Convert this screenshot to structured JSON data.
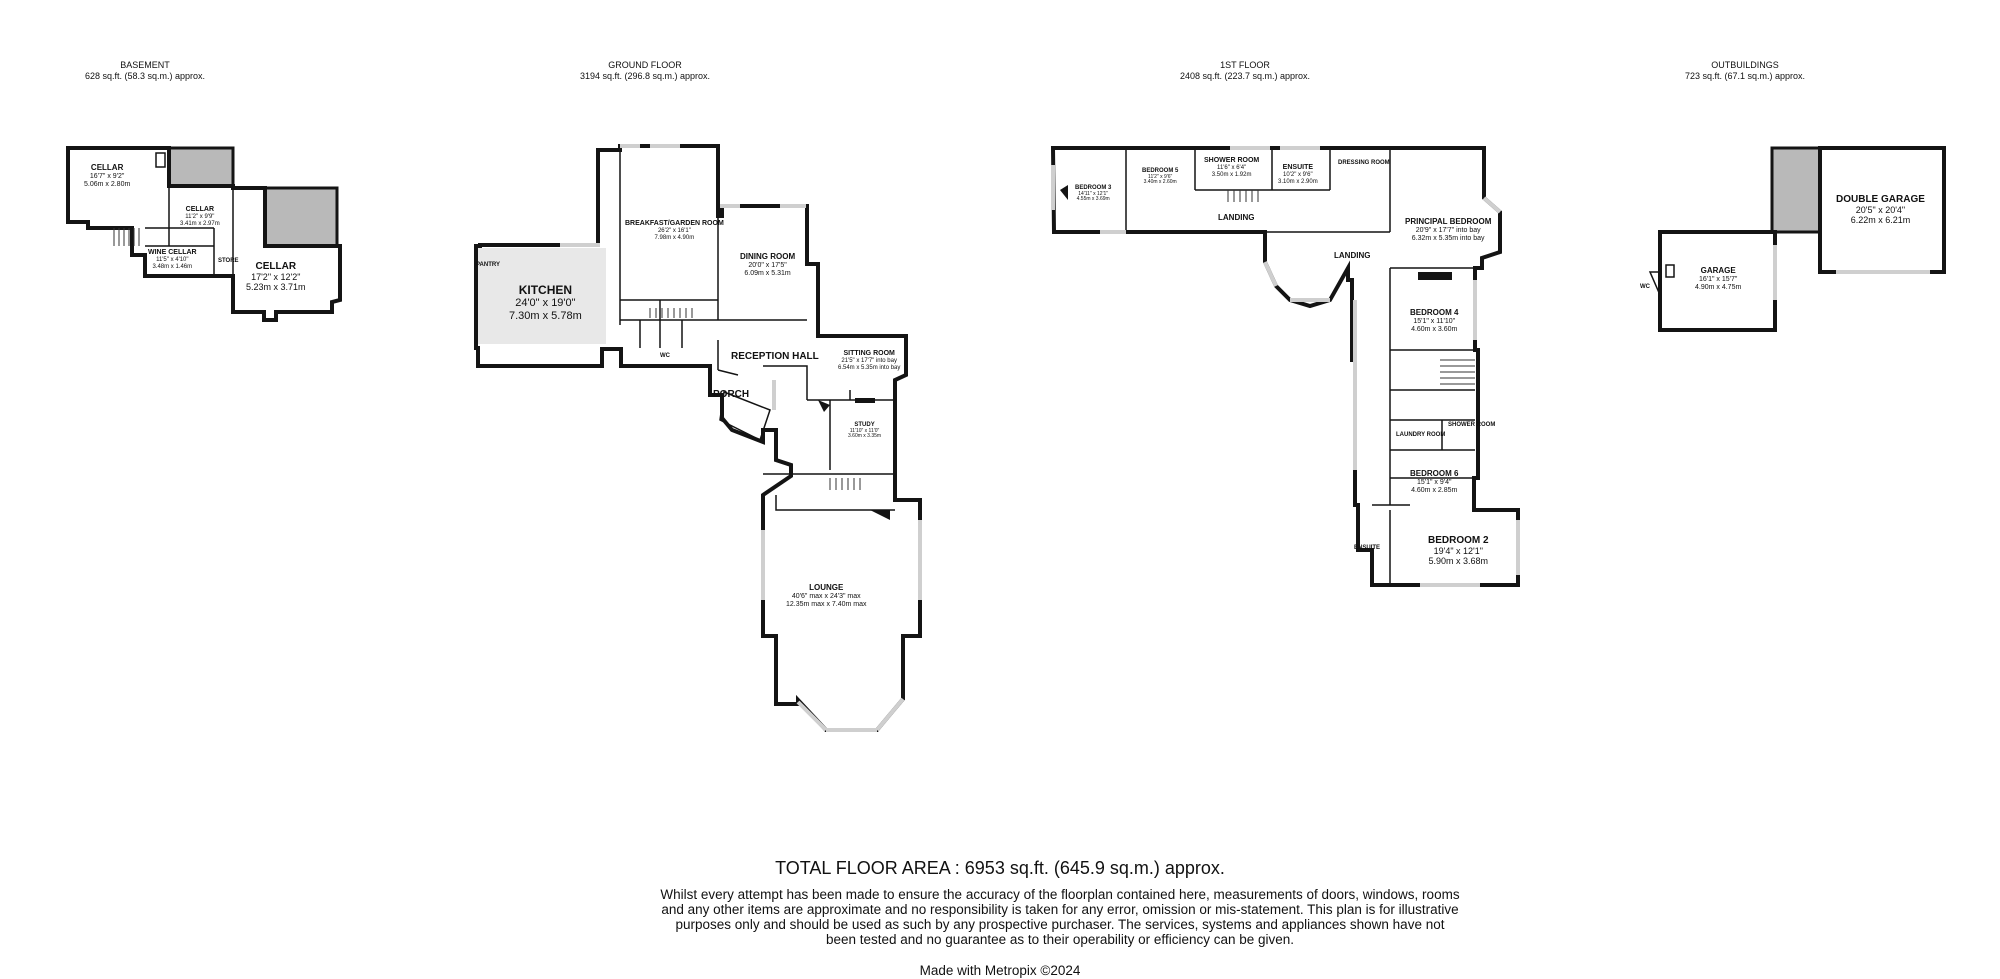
{
  "headers": {
    "basement": {
      "title": "BASEMENT",
      "area": "628 sq.ft. (58.3 sq.m.) approx."
    },
    "ground": {
      "title": "GROUND FLOOR",
      "area": "3194 sq.ft. (296.8 sq.m.) approx."
    },
    "first": {
      "title": "1ST FLOOR",
      "area": "2408 sq.ft. (223.7 sq.m.) approx."
    },
    "outbuildings": {
      "title": "OUTBUILDINGS",
      "area": "723 sq.ft. (67.1 sq.m.) approx."
    }
  },
  "rooms": {
    "cellar1": {
      "name": "CELLAR",
      "imp": "16'7\" x 9'2\"",
      "met": "5.06m x 2.80m"
    },
    "cellar2": {
      "name": "CELLAR",
      "imp": "11'2\" x 9'9\"",
      "met": "3.41m x 2.97m"
    },
    "wine_cellar": {
      "name": "WINE CELLAR",
      "imp": "11'5\" x 4'10\"",
      "met": "3.48m x 1.46m"
    },
    "cellar3": {
      "name": "CELLAR",
      "imp": "17'2\" x 12'2\"",
      "met": "5.23m x 3.71m"
    },
    "kitchen": {
      "name": "KITCHEN",
      "imp": "24'0\" x 19'0\"",
      "met": "7.30m x 5.78m"
    },
    "breakfast": {
      "name": "BREAKFAST/GARDEN ROOM",
      "imp": "26'2\" x 16'1\"",
      "met": "7.98m x 4.90m"
    },
    "dining": {
      "name": "DINING ROOM",
      "imp": "20'0\" x 17'5\"",
      "met": "6.09m x 5.31m"
    },
    "reception": {
      "name": "RECEPTION HALL"
    },
    "sitting": {
      "name": "SITTING ROOM",
      "imp": "21'5\" x 17'7\" into bay",
      "met": "6.54m x 5.35m into bay"
    },
    "porch": {
      "name": "PORCH"
    },
    "study": {
      "name": "STUDY",
      "imp": "11'10\" x 11'0\"",
      "met": "3.60m x 3.35m"
    },
    "lounge": {
      "name": "LOUNGE",
      "imp": "40'6\" max x 24'3\" max",
      "met": "12.35m max x 7.40m max"
    },
    "bedroom3": {
      "name": "BEDROOM 3",
      "imp": "14'11\" x 12'1\"",
      "met": "4.55m x 3.69m"
    },
    "bedroom5": {
      "name": "BEDROOM 5",
      "imp": "11'2\" x 9'6\"",
      "met": "3.40m x 2.60m"
    },
    "shower1": {
      "name": "SHOWER ROOM",
      "imp": "11'6\" x 6'4\"",
      "met": "3.50m x 1.92m"
    },
    "ensuite1": {
      "name": "ENSUITE",
      "imp": "10'2\" x 9'6\"",
      "met": "3.10m x 2.90m"
    },
    "principal": {
      "name": "PRINCIPAL BEDROOM",
      "imp": "20'9\" x 17'7\" into bay",
      "met": "6.32m x 5.35m into bay"
    },
    "bedroom4": {
      "name": "BEDROOM 4",
      "imp": "15'1\" x 11'10\"",
      "met": "4.60m x 3.60m"
    },
    "bedroom6": {
      "name": "BEDROOM 6",
      "imp": "15'1\" x 9'4\"",
      "met": "4.60m x 2.85m"
    },
    "bedroom2": {
      "name": "BEDROOM 2",
      "imp": "19'4\" x 12'1\"",
      "met": "5.90m x 3.68m"
    },
    "garage": {
      "name": "GARAGE",
      "imp": "16'1\" x 15'7\"",
      "met": "4.90m x 4.75m"
    },
    "double_garage": {
      "name": "DOUBLE GARAGE",
      "imp": "20'5\" x 20'4\"",
      "met": "6.22m x 6.21m"
    }
  },
  "small_labels": {
    "store": "STORE",
    "pantry": "PANTRY",
    "wc_ground": "WC",
    "landing1": "LANDING",
    "landing2": "LANDING",
    "dressing": "DRESSING ROOM",
    "laundry": "LAUNDRY ROOM",
    "shower2": "SHOWER ROOM",
    "ensuite2": "ENSUITE",
    "wc_garage": "WC"
  },
  "footer": {
    "total": "TOTAL FLOOR AREA : 6953 sq.ft. (645.9 sq.m.) approx.",
    "disclaimer": "Whilst every attempt has been made to ensure the accuracy of the floorplan contained here, measurements of doors, windows, rooms and any other items are approximate and no responsibility is taken for any error, omission or mis-statement. This plan is for illustrative purposes only and should be used as such by any prospective purchaser. The services, systems and appliances shown have not been tested and no guarantee as to their operability or efficiency can be given.",
    "credit": "Made with Metropix ©2024"
  },
  "colors": {
    "wall": "#141414",
    "shade": "#b9b9b9",
    "window": "#cfcfcf",
    "kitchen_floor": "#e8e8e8"
  }
}
